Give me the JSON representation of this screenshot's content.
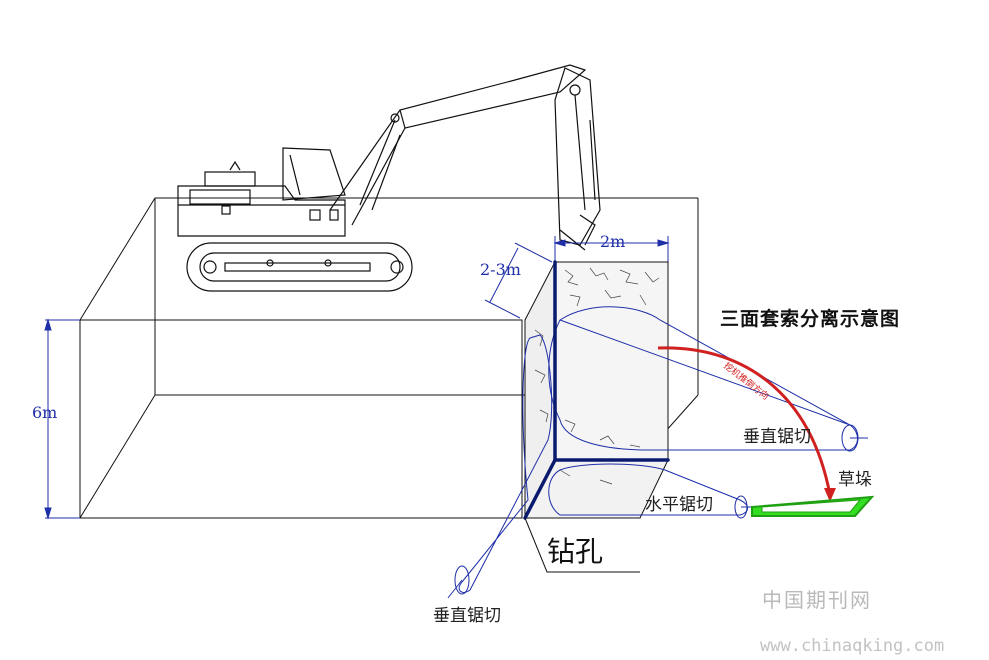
{
  "diagram": {
    "title": "三面套索分离示意图",
    "dimensions": {
      "width_top": "2m",
      "depth_side": "2-3m",
      "height": "6m"
    },
    "labels": {
      "vertical_saw_right": "垂直锯切",
      "vertical_saw_bottom": "垂直锯切",
      "horizontal_saw": "水平锯切",
      "drill_hole": "钻孔",
      "grass_pile": "草垛",
      "push_direction": "挖机推倒方向"
    },
    "colors": {
      "line_black": "#111111",
      "line_blue": "#1f2fa8",
      "arrow_red": "#d02020",
      "grass_green": "#33dd22"
    }
  },
  "watermark": {
    "cn": "中国期刊网",
    "url": "www.chinaqking.com"
  }
}
